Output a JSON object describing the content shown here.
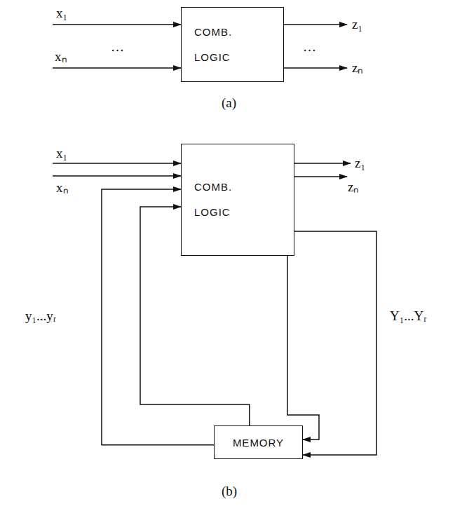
{
  "diagram": {
    "nodes": [
      {
        "text": [
          "COMB. LOGIC"
        ]
      },
      {
        "text": [
          "COMB. LOGIC"
        ]
      },
      {
        "text": [
          "MEMORY"
        ]
      }
    ],
    "edges": [
      {
        "from": 2,
        "to": 1,
        "arrow": "to"
      },
      {
        "from": 2,
        "to": 1,
        "arrow": "to"
      },
      {
        "from": 1,
        "to": 2,
        "arrow": "to"
      },
      {
        "from": 1,
        "to": 2,
        "arrow": "to"
      }
    ],
    "labels": [
      "x₁",
      "…",
      "xₙ",
      "z₁",
      "…",
      "zₙ",
      "(a)",
      "x₁",
      "xₙ",
      "z₁",
      "zₙ",
      "y₁...yᵣ",
      "Y₁...Yᵣ",
      "(b)"
    ]
  }
}
